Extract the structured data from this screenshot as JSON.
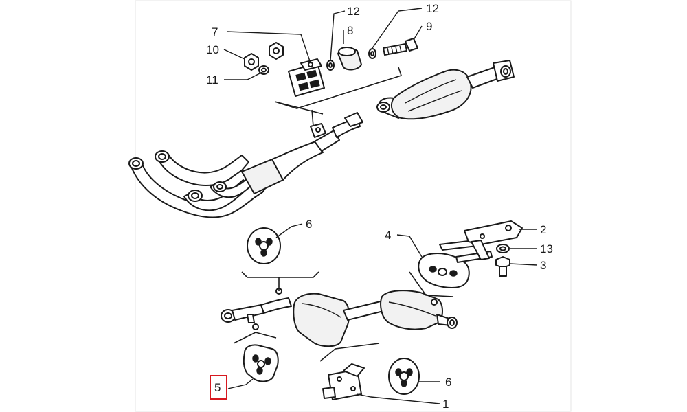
{
  "highlight_color": "#d71920",
  "callouts": {
    "c1": "1",
    "c2": "2",
    "c3": "3",
    "c4": "4",
    "c5": "5",
    "c6a": "6",
    "c6b": "6",
    "c7": "7",
    "c8": "8",
    "c9": "9",
    "c10": "10",
    "c11": "11",
    "c12a": "12",
    "c12b": "12",
    "c13": "13"
  }
}
